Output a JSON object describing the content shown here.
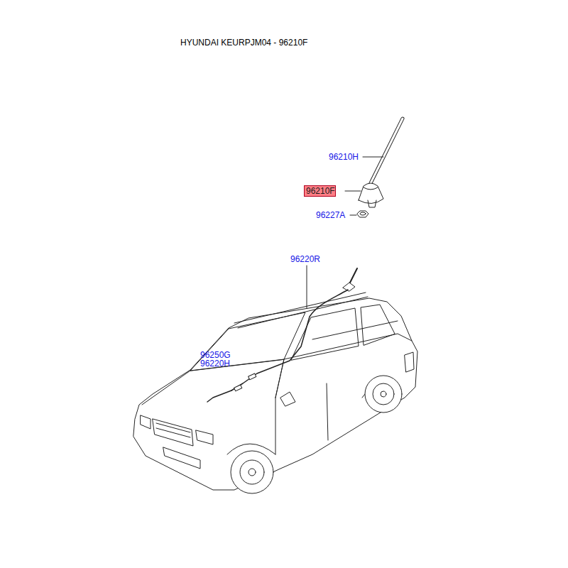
{
  "diagram": {
    "title": "HYUNDAI KEURPJM04 - 96210F",
    "nodes": [
      {
        "text": [
          "96210F"
        ]
      }
    ],
    "labels": [
      "96210H",
      "96227A",
      "96220R",
      "96250G",
      "96220H"
    ]
  }
}
